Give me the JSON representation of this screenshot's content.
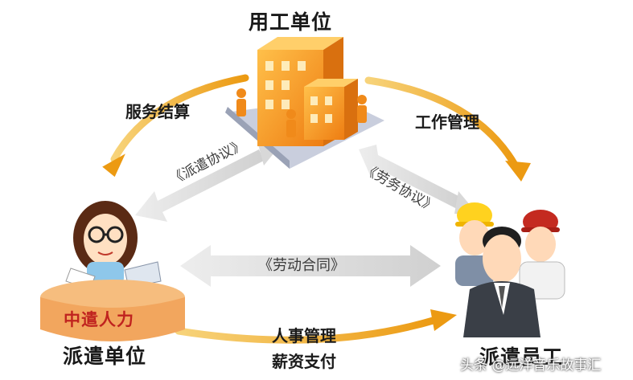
{
  "nodes": {
    "employer": "用工单位",
    "dispatch_unit": "派遣单位",
    "dispatched_staff": "派遣员工"
  },
  "arrows": {
    "service_settlement": "服务结算",
    "work_management": "工作管理",
    "hr_management": "人事管理",
    "salary_payment": "薪资支付"
  },
  "agreements": {
    "dispatch_agreement": "《派遣协议》",
    "labor_service_agreement": "《劳务协议》",
    "labor_contract": "《劳动合同》"
  },
  "desk_brand": "中遣人力",
  "watermark": "头条 @远洋音乐故事汇",
  "colors": {
    "arrow_gold": "#f0a81c",
    "building_orange": "#f29a1e",
    "agreement_arrow_gray": "#d9d9d9",
    "desk": "#f2a65e",
    "brand_red": "#c0231f"
  }
}
